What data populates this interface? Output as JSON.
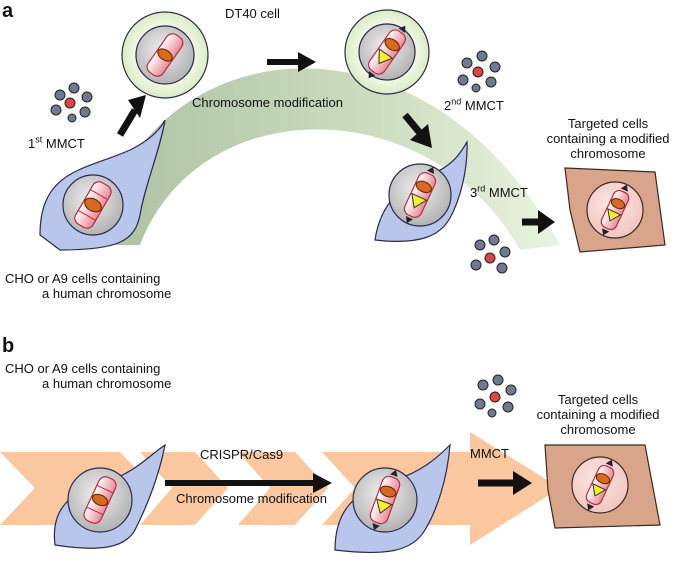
{
  "panels": {
    "a": {
      "letter": "a",
      "dt40_label": "DT40 cell",
      "mod_label": "Chromosome modification",
      "mmct1_pre": "1",
      "mmct1_sup": "st",
      "mmct1_post": " MMCT",
      "mmct2_pre": "2",
      "mmct2_sup": "nd",
      "mmct2_post": " MMCT",
      "mmct3_pre": "3",
      "mmct3_sup": "rd",
      "mmct3_post": " MMCT",
      "source_line1": "CHO or A9 cells containing",
      "source_line2": "a human chromosome",
      "target_line1": "Targeted cells",
      "target_line2": "containing a modified",
      "target_line3": "chromosome"
    },
    "b": {
      "letter": "b",
      "source_line1": "CHO or A9 cells containing",
      "source_line2": "a human chromosome",
      "crispr_label": "CRISPR/Cas9",
      "mod_label": "Chromosome modification",
      "mmct_label": "MMCT",
      "target_line1": "Targeted cells",
      "target_line2": "containing a modified",
      "target_line3": "chromosome"
    }
  },
  "colors": {
    "cell_blue": "#b8c6ec",
    "cell_outline": "#2a2a4a",
    "dt40_fill": "#e6f4d4",
    "dt40_ring": "#c9e2a8",
    "nucleus": "#c8c8c8",
    "chrom_pink": "#f5b8c0",
    "chrom_red": "#c0283a",
    "centromere": "#d86a20",
    "insert_yellow": "#f4f02a",
    "arc_green": "#b7c9a7",
    "arrow_orange": "#fac79e",
    "target_brown": "#d9a58a",
    "target_nucleus": "#f5d3d0",
    "arrow_black": "#111111"
  }
}
